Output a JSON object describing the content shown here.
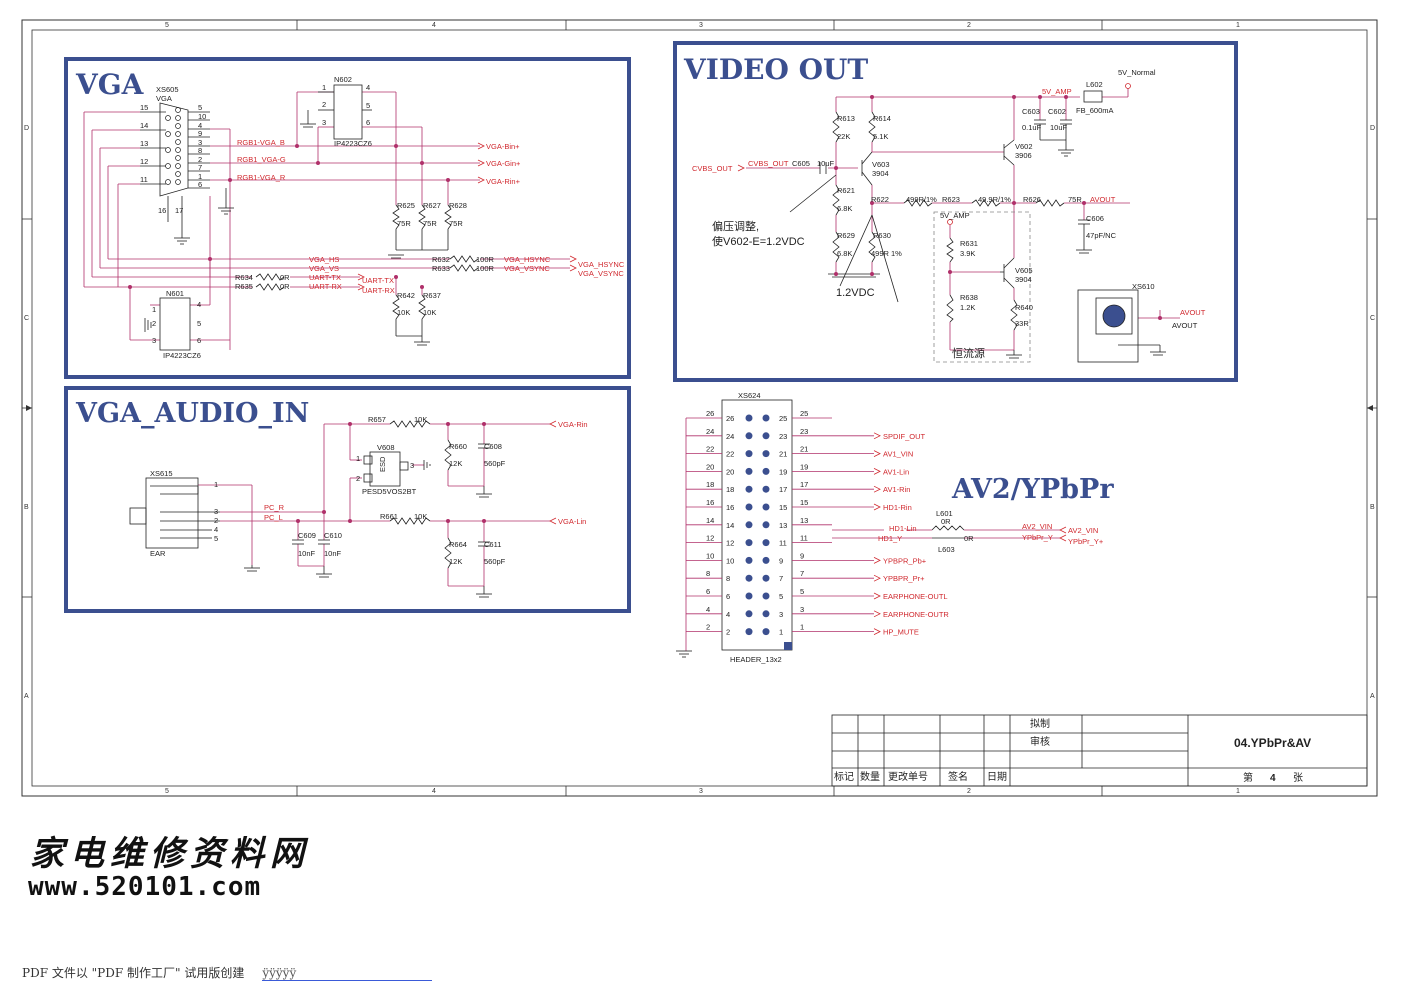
{
  "colors": {
    "frame": "#3b4f8f",
    "net": "#d0282e",
    "wire": "#b0306a",
    "line": "#222222"
  },
  "border_labels": {
    "top": [
      "5",
      "4",
      "3",
      "2",
      "1"
    ],
    "bottom": [
      "5",
      "4",
      "3",
      "2",
      "1"
    ],
    "left": [
      "D",
      "C",
      "B",
      "A"
    ],
    "right": [
      "D",
      "C",
      "B",
      "A"
    ]
  },
  "blocks": {
    "vga": {
      "title": "VGA"
    },
    "video_out": {
      "title": "VIDEO OUT"
    },
    "vga_audio": {
      "title": "VGA_AUDIO_IN"
    },
    "av2": {
      "title": "AV2/YPbPr"
    }
  },
  "vga": {
    "connector": {
      "ref": "XS605",
      "type": "VGA",
      "left_pins": [
        "15",
        "14",
        "13",
        "12",
        "11"
      ],
      "right_pins": [
        "5",
        "10",
        "4",
        "9",
        "3",
        "8",
        "2",
        "7",
        "1",
        "6"
      ],
      "bottom_pins": [
        "16",
        "17"
      ]
    },
    "esd_top": {
      "ref": "N602",
      "part": "IP4223CZ6",
      "pins_left": [
        "2",
        "3"
      ],
      "pins_right": [
        "4",
        "5",
        "6"
      ],
      "pin1": "1"
    },
    "esd_bot": {
      "ref": "N601",
      "part": "IP4223CZ6",
      "pins_left": [
        "1",
        "2",
        "3"
      ],
      "pins_right": [
        "4",
        "5",
        "6"
      ]
    },
    "nets": {
      "rgb_b": "RGB1-VGA_B",
      "rgb_g": "RGB1_VGA-G",
      "rgb_r": "RGB1-VGA_R",
      "vga_hs": "VGA_HS",
      "vga_vs": "VGA_VS",
      "uart_tx": "UART-TX",
      "uart_rx": "UART-RX"
    },
    "ports": {
      "bin": "VGA-Bin+",
      "gin": "VGA-Gin+",
      "rin": "VGA-Rin+",
      "hsync": "VGA_HSYNC",
      "vsync": "VGA_VSYNC",
      "vga_hsync_lbl": "VGA_HSYNC",
      "vga_vsync_lbl": "VGA_VSYNC"
    },
    "resistors": [
      {
        "ref": "R625",
        "val": "75R"
      },
      {
        "ref": "R627",
        "val": "75R"
      },
      {
        "ref": "R628",
        "val": "75R"
      },
      {
        "ref": "R632",
        "val": "100R"
      },
      {
        "ref": "R633",
        "val": "100R"
      },
      {
        "ref": "R634",
        "val": "0R"
      },
      {
        "ref": "R635",
        "val": "0R"
      },
      {
        "ref": "R642",
        "val": "10K"
      },
      {
        "ref": "R637",
        "val": "10K"
      }
    ]
  },
  "video_out": {
    "cvbs_port": "CVBS_OUT",
    "cvbs_net": "CVBS_OUT",
    "c605": {
      "ref": "C605",
      "val": "10uF"
    },
    "r613": {
      "ref": "R613",
      "val": "22K"
    },
    "r614": {
      "ref": "R614",
      "val": "5.1K"
    },
    "r621": {
      "ref": "R621",
      "val": "6.8K"
    },
    "r629": {
      "ref": "R629",
      "val": "6.8K"
    },
    "r622": {
      "ref": "R622",
      "val": "499R/1%"
    },
    "r623": {
      "ref": "R623",
      "val": "49.9R/1%"
    },
    "r626": {
      "ref": "R626",
      "val": "75R"
    },
    "r630": {
      "ref": "R630",
      "val": "499R 1%"
    },
    "r631": {
      "ref": "R631",
      "val": "3.9K"
    },
    "r638": {
      "ref": "R638",
      "val": "1.2K"
    },
    "r640": {
      "ref": "R640",
      "val": "33R"
    },
    "v603": {
      "ref": "V603",
      "part": "3904"
    },
    "v602": {
      "ref": "V602",
      "part": "3906"
    },
    "v605": {
      "ref": "V605",
      "part": "3904"
    },
    "c603": {
      "ref": "C603",
      "val": "0.1uF"
    },
    "c602": {
      "ref": "C602",
      "val": "10uF"
    },
    "c606": {
      "ref": "C606",
      "val": "47pF/NC"
    },
    "l602": {
      "ref": "L602",
      "val": "FB_600mA"
    },
    "pwr_5v_amp": "5V_AMP",
    "pwr_5v_normal": "5V_Normal",
    "pwr_5v_amp2": "5V_AMP",
    "avout_net": "AVOUT",
    "note1": "偏压调整,",
    "note2": "使V602-E=1.2VDC",
    "note3": "1.2VDC",
    "const_src": "恒流源",
    "xs610": {
      "ref": "XS610",
      "net": "AVOUT",
      "port": "AVOUT"
    }
  },
  "vga_audio": {
    "r657": {
      "ref": "R657",
      "val": "10K"
    },
    "r661": {
      "ref": "R661",
      "val": "10K"
    },
    "r660": {
      "ref": "R660",
      "val": "12K"
    },
    "r664": {
      "ref": "R664",
      "val": "12K"
    },
    "c608": {
      "ref": "C608",
      "val": "560pF"
    },
    "c611": {
      "ref": "C611",
      "val": "560pF"
    },
    "c609": {
      "ref": "C609",
      "val": "10nF"
    },
    "c610": {
      "ref": "C610",
      "val": "10nF"
    },
    "v608": {
      "ref": "V608",
      "part": "PESD5VOS2BT",
      "tag": "ESD",
      "pins": [
        "1",
        "2",
        "3"
      ]
    },
    "xs615": {
      "ref": "XS615",
      "label": "EAR",
      "pins": [
        "1",
        "3",
        "2",
        "4",
        "5"
      ]
    },
    "pc_r": "PC_R",
    "pc_l": "PC_L",
    "port_rin": "VGA-Rin",
    "port_lin": "VGA-Lin"
  },
  "header": {
    "ref": "XS624",
    "part": "HEADER_13x2",
    "left_pins": [
      "26",
      "24",
      "22",
      "20",
      "18",
      "16",
      "14",
      "12",
      "10",
      "8",
      "6",
      "4",
      "2"
    ],
    "right_pins": [
      "25",
      "23",
      "21",
      "19",
      "17",
      "15",
      "13",
      "11",
      "9",
      "7",
      "5",
      "3",
      "1"
    ],
    "signals": [
      "",
      "SPDIF_OUT",
      "AV1_VIN",
      "AV1-Lin",
      "AV1-Rin",
      "HD1-Rin",
      "",
      "",
      "YPBPR_Pb+",
      "YPBPR_Pr+",
      "EARPHONE-OUTL",
      "EARPHONE-OUTR",
      "HP_MUTE"
    ],
    "hd1_lin": "HD1-Lin",
    "hd1_y": "HD1_Y",
    "l601": {
      "ref": "L601",
      "val": "0R"
    },
    "l603": {
      "ref": "L603",
      "val": "0R"
    },
    "av2_vin_net": "AV2_VIN",
    "av2_vin_port": "AV2_VIN",
    "ypbpr_y_net": "YPbPr_Y",
    "ypbpr_y_port": "YPbPr_Y+"
  },
  "title_block": {
    "drawn": "拟制",
    "check": "审核",
    "drawing_title": "04.YPbPr&AV",
    "h_mark": "标记",
    "h_qty": "数量",
    "h_change": "更改单号",
    "h_sign": "签名",
    "h_date": "日期",
    "sheet_prefix": "第",
    "sheet_no": "4",
    "sheet_suffix": "张"
  },
  "logo": {
    "cn": "家电维修资料网",
    "url": "www.520101.com"
  },
  "footer": {
    "text": "PDF 文件以 \"PDF 制作工厂\" 试用版创建",
    "link": "ÿÿÿÿÿ"
  }
}
